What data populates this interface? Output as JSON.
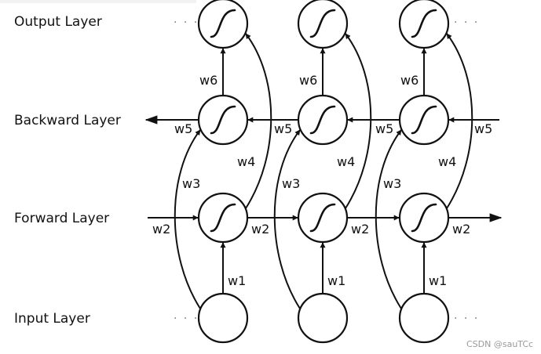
{
  "layer_labels": {
    "output": "Output Layer",
    "backward": "Backward Layer",
    "forward": "Forward Layer",
    "input": "Input Layer"
  },
  "weights": {
    "w1": "w1",
    "w2": "w2",
    "w3": "w3",
    "w4": "w4",
    "w5": "w5",
    "w6": "w6"
  },
  "ellipsis": "· · ·",
  "watermark": "CSDN @sauTCc",
  "timesteps": 3,
  "colors": {
    "stroke": "#111111",
    "text": "#111111",
    "watermark": "#9a9a9a"
  }
}
